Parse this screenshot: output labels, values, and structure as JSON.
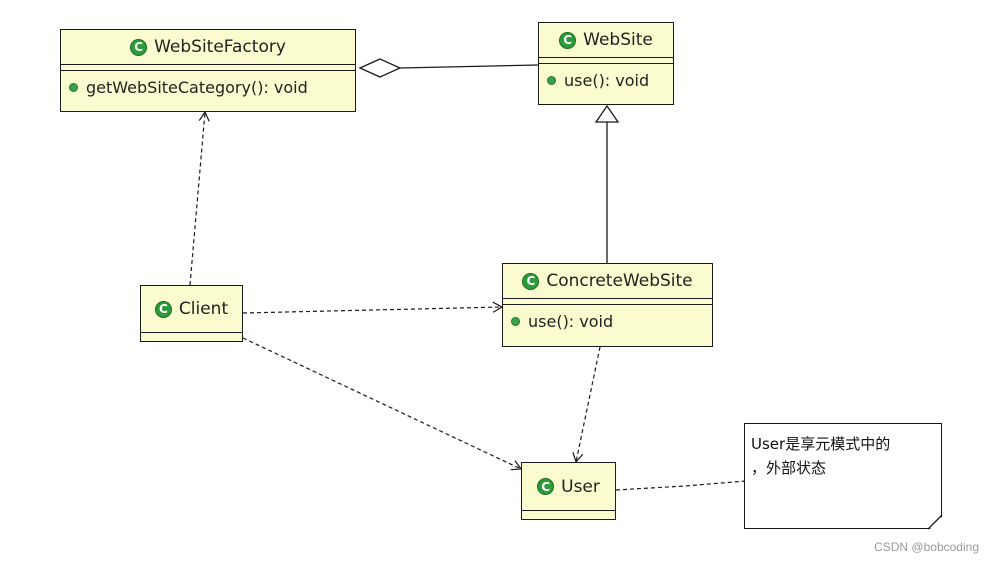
{
  "classes": {
    "factory": {
      "name": "WebSiteFactory",
      "method": "getWebSiteCategory(): void"
    },
    "website": {
      "name": "WebSite",
      "method": "use(): void"
    },
    "concrete": {
      "name": "ConcreteWebSite",
      "method": "use(): void"
    },
    "client": {
      "name": "Client"
    },
    "user": {
      "name": "User"
    }
  },
  "class_icon_letter": "C",
  "note": {
    "line1": "User是享元模式中的",
    "line2": "，外部状态"
  },
  "watermark": "CSDN @bobcoding",
  "colors": {
    "class_fill": "#fbfbd0",
    "icon_green": "#2e9b3a",
    "line": "#1a1a1a"
  }
}
